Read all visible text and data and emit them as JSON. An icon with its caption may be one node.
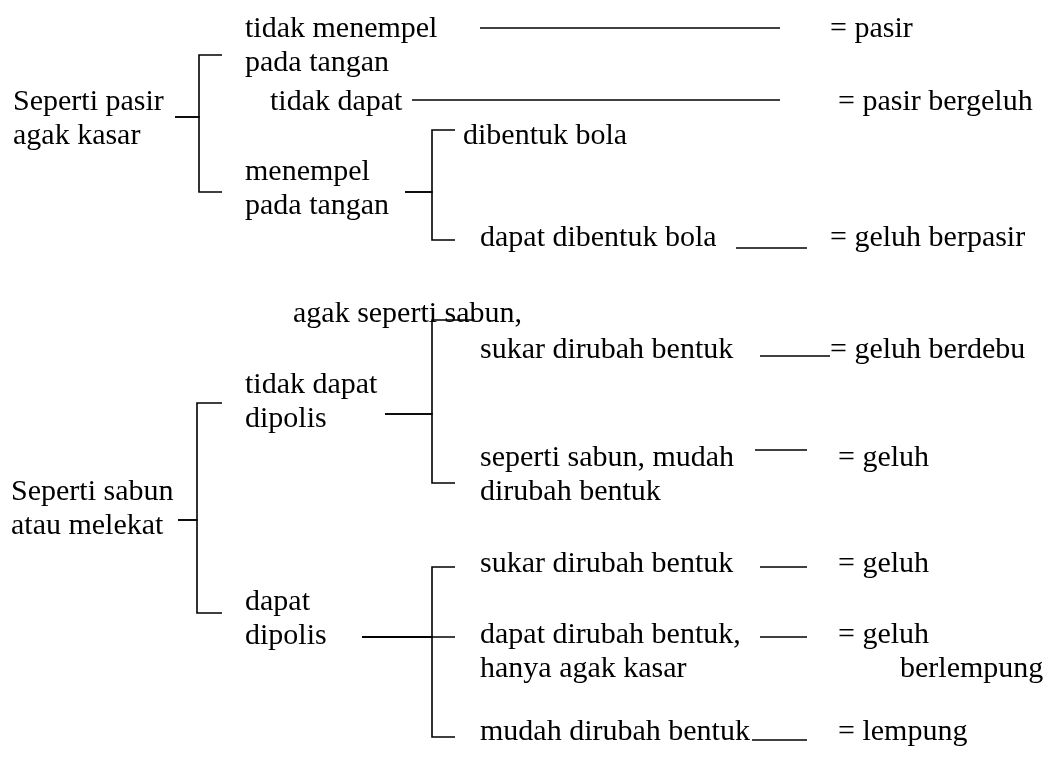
{
  "diagram": {
    "nodes": [
      {
        "text": [
          "Seperti pasir agak kasar"
        ]
      },
      {
        "text": [
          "tidak menempel pada tangan"
        ]
      },
      {
        "text": [
          "= pasir"
        ]
      },
      {
        "text": [
          "tidak dapat"
        ]
      },
      {
        "text": [
          "= pasir bergeluh"
        ]
      },
      {
        "text": [
          "menempel pada tangan"
        ]
      },
      {
        "text": [
          "dibentuk bola"
        ]
      },
      {
        "text": [
          "dapat dibentuk bola"
        ]
      },
      {
        "text": [
          "= geluh berpasir"
        ]
      },
      {
        "text": [
          "Seperti sabun atau melekat"
        ]
      },
      {
        "text": [
          "tidak dapat dipolis"
        ]
      },
      {
        "text": [
          "sukar dirubah bentuk"
        ],
        "beside": [
          "agak seperti sabun,"
        ]
      },
      {
        "text": [
          "= geluh berdebu"
        ]
      },
      {
        "text": [
          "seperti sabun, mudah dirubah bentuk"
        ]
      },
      {
        "text": [
          "= geluh"
        ]
      },
      {
        "text": [
          "dapat dipolis"
        ]
      },
      {
        "text": [
          "sukar dirubah bentuk"
        ]
      },
      {
        "text": [
          "= geluh"
        ]
      },
      {
        "text": [
          "dapat dirubah bentuk, hanya agak kasar"
        ]
      },
      {
        "text": [
          "= geluh berlempung"
        ]
      },
      {
        "text": [
          "mudah dirubah bentuk"
        ]
      },
      {
        "text": [
          "= lempung"
        ]
      }
    ],
    "edges": [
      {
        "from": 0,
        "to": 1,
        "arrow": "none"
      },
      {
        "from": 0,
        "to": 5,
        "arrow": "none"
      },
      {
        "from": 1,
        "to": 2,
        "arrow": "none"
      },
      {
        "from": 3,
        "to": 4,
        "arrow": "none"
      },
      {
        "from": 5,
        "to": 6,
        "arrow": "none"
      },
      {
        "from": 5,
        "to": 7,
        "arrow": "none"
      },
      {
        "from": 7,
        "to": 8,
        "arrow": "none"
      },
      {
        "from": 9,
        "to": 10,
        "arrow": "none"
      },
      {
        "from": 9,
        "to": 15,
        "arrow": "none"
      },
      {
        "from": 10,
        "to": 11,
        "arrow": "none"
      },
      {
        "from": 10,
        "to": 13,
        "arrow": "none"
      },
      {
        "from": 11,
        "to": 12,
        "arrow": "none"
      },
      {
        "from": 13,
        "to": 14,
        "arrow": "none"
      },
      {
        "from": 15,
        "to": 16,
        "arrow": "none"
      },
      {
        "from": 15,
        "to": 18,
        "arrow": "none"
      },
      {
        "from": 15,
        "to": 20,
        "arrow": "none"
      },
      {
        "from": 16,
        "to": 17,
        "arrow": "none"
      },
      {
        "from": 18,
        "to": 19,
        "arrow": "none"
      },
      {
        "from": 20,
        "to": 21,
        "arrow": "none"
      }
    ]
  }
}
